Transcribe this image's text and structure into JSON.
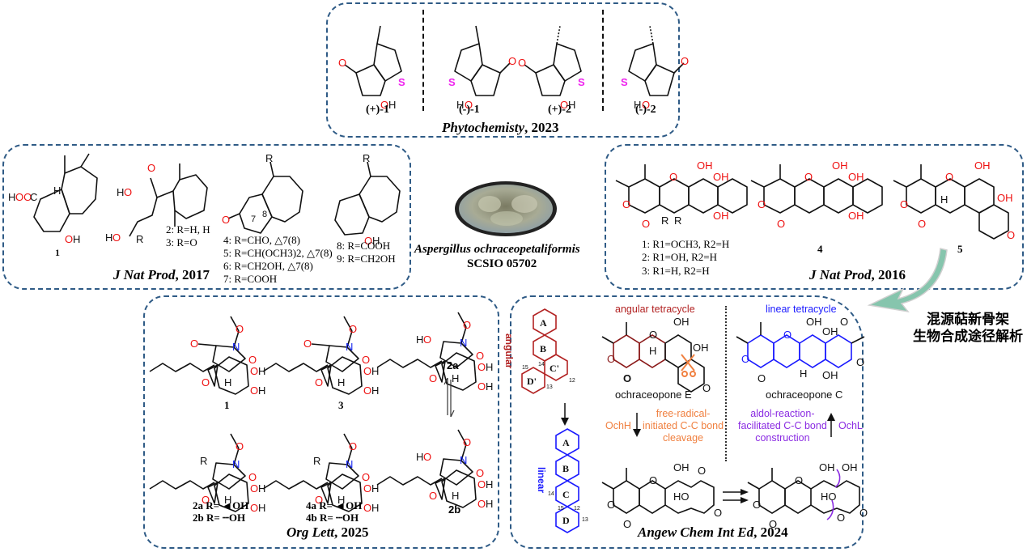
{
  "figure": {
    "colors": {
      "panel_border": "#2f5b86",
      "oxygen": "#ee1111",
      "nitrogen": "#1122ee",
      "sulfur": "#ee22ee",
      "angular_red": "#b22222",
      "linear_blue": "#1a1aff",
      "orange_text": "#f08040",
      "purple_text": "#8a2be2",
      "arrow_teal": "#86c5ad"
    },
    "panels": {
      "top": {
        "citation_journal": "Phytochemisty",
        "citation_year": ", 2023",
        "compounds": [
          {
            "label": "(+)-1"
          },
          {
            "label": "(-)-1"
          },
          {
            "label": "(+)-2"
          },
          {
            "label": "(-)-2"
          }
        ],
        "atoms": {
          "O": "O",
          "S": "S",
          "OH": "OH",
          "HO": "HO"
        }
      },
      "left": {
        "citation_journal": "J Nat Prod",
        "citation_year": ", 2017",
        "cpd1_label": "1",
        "cpd1_atoms": {
          "cooh": "HOOC",
          "h": "H",
          "oh": "OH"
        },
        "cpd23_atoms": {
          "ho_top": "HO",
          "o_top": "O",
          "ho_bottom": "HO",
          "r": "R"
        },
        "cpd23_legend": [
          "2: R=H, H",
          "3: R=O"
        ],
        "cpd4_atoms": {
          "r": "R",
          "o": "O",
          "n7": "7",
          "n8": "8"
        },
        "cpd4_legend": [
          "4: R=CHO, △7(8)",
          "5: R=CH(OCH3)2, △7(8)",
          "6: R=CH2OH, △7(8)",
          "7: R=COOH"
        ],
        "cpd8_atoms": {
          "r": "R",
          "oh": "OH"
        },
        "cpd8_legend": [
          "8: R=COOH",
          "9: R=CH2OH"
        ]
      },
      "center": {
        "organism": "Aspergillus ochraceopetaliformis",
        "strain": "SCSIO 05702"
      },
      "right": {
        "citation_journal": "J Nat Prod",
        "citation_year": ", 2016",
        "legend_1_3": [
          "1: R1=OCH3, R2=H",
          "2: R1=OH, R2=H",
          "3: R1=H, R2=H"
        ],
        "cpd4_label": "4",
        "cpd5_label": "5"
      },
      "bottom_left": {
        "citation_journal": "Org Lett",
        "citation_year": ", 2025",
        "compounds_top": [
          "1",
          "3",
          "2a"
        ],
        "compounds_bottom": [
          "2b"
        ],
        "legend_2": [
          "2a R= ◄OH",
          "2b R= ┈OH"
        ],
        "legend_4": [
          "4a R= ◄OH",
          "4b R= ┈OH"
        ]
      },
      "bottom_right": {
        "citation_journal": "Angew Chem Int Ed",
        "citation_year": ", 2024",
        "angular_label": "angular",
        "linear_label": "linear",
        "angular_rings": [
          "A",
          "B",
          "C'",
          "D'"
        ],
        "linear_rings": [
          "A",
          "B",
          "C",
          "D"
        ],
        "angular_numbers": [
          "15",
          "14",
          "13",
          "12"
        ],
        "linear_numbers": [
          "14",
          "15",
          "12",
          "13"
        ],
        "angular_tetracycle_title": "angular tetracycle",
        "linear_tetracycle_title": "linear tetracycle",
        "ochraceopone_e": "ochraceopone E",
        "ochraceopone_c": "ochraceopone C",
        "enzyme_left": "OchH",
        "enzyme_right": "OchL",
        "process_left": [
          "free-radical-",
          "initiated C-C bond",
          "cleavage"
        ],
        "process_right": [
          "aldol-reaction-",
          "facilitated C-C bond",
          "construction"
        ]
      }
    },
    "callout": {
      "line1": "混源萜新骨架",
      "line2": "生物合成途径解析"
    }
  }
}
